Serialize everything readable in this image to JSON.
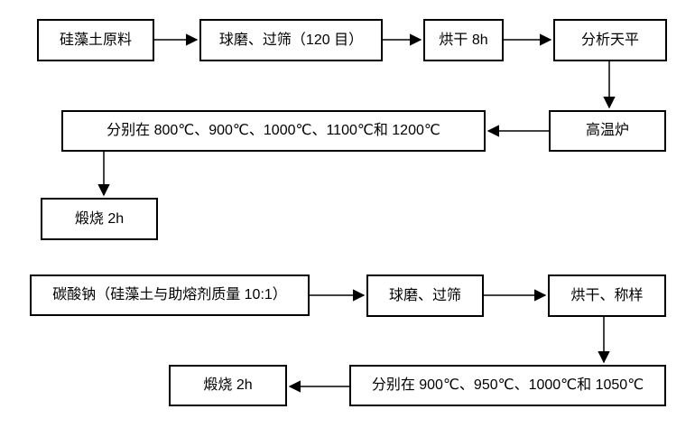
{
  "flowchart": {
    "nodes": [
      {
        "id": "diatomite-raw",
        "label": "硅藻土原料"
      },
      {
        "id": "ball-mill-sieve-120",
        "label": "球磨、过筛（120 目）"
      },
      {
        "id": "dry-8h",
        "label": "烘干 8h"
      },
      {
        "id": "analytical-balance",
        "label": "分析天平"
      },
      {
        "id": "temps-800-1200",
        "label": "分别在 800℃、900℃、1000℃、1100℃和 1200℃"
      },
      {
        "id": "high-temp-furnace",
        "label": "高温炉"
      },
      {
        "id": "calcine-2h-top",
        "label": "煅烧 2h"
      },
      {
        "id": "sodium-carbonate-10-1",
        "label": "碳酸钠（硅藻土与助熔剂质量 10:1）"
      },
      {
        "id": "ball-mill-sieve",
        "label": "球磨、过筛"
      },
      {
        "id": "dry-weigh",
        "label": "烘干、称样"
      },
      {
        "id": "calcine-2h-bottom",
        "label": "煅烧 2h"
      },
      {
        "id": "temps-900-1050",
        "label": "分别在 900℃、950℃、1000℃和 1050℃"
      }
    ],
    "edges": [
      {
        "from": "diatomite-raw",
        "to": "ball-mill-sieve-120"
      },
      {
        "from": "ball-mill-sieve-120",
        "to": "dry-8h"
      },
      {
        "from": "dry-8h",
        "to": "analytical-balance"
      },
      {
        "from": "analytical-balance",
        "to": "high-temp-furnace"
      },
      {
        "from": "high-temp-furnace",
        "to": "temps-800-1200"
      },
      {
        "from": "temps-800-1200",
        "to": "calcine-2h-top"
      },
      {
        "from": "sodium-carbonate-10-1",
        "to": "ball-mill-sieve"
      },
      {
        "from": "ball-mill-sieve",
        "to": "dry-weigh"
      },
      {
        "from": "dry-weigh",
        "to": "temps-900-1050"
      },
      {
        "from": "temps-900-1050",
        "to": "calcine-2h-bottom"
      }
    ],
    "colors": {
      "line": "#000000",
      "box_border": "#000000",
      "box_fill": "#ffffff",
      "text": "#000000",
      "background": "#ffffff"
    }
  }
}
